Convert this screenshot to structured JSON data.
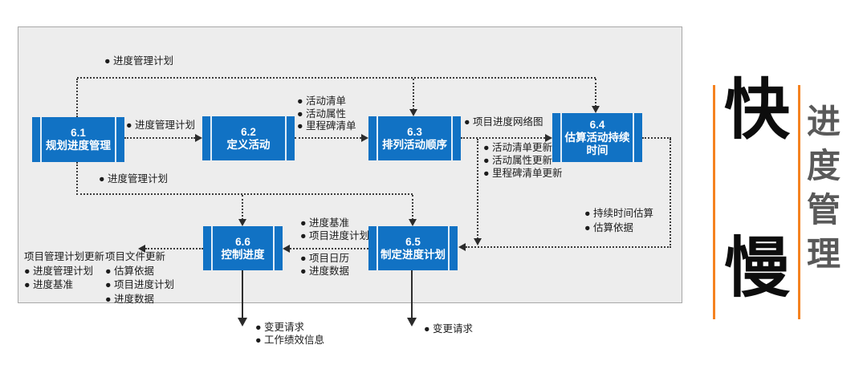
{
  "colors": {
    "process_box_blue": "#1172C4",
    "accent_orange": "#F58220",
    "canvas_gray": "#EDEDED",
    "side_title_gray": "#595959",
    "connector_dark": "#3C3C3C"
  },
  "boxes": {
    "b61": {
      "code": "6.1",
      "name": "规划进度管理"
    },
    "b62": {
      "code": "6.2",
      "name": "定义活动"
    },
    "b63": {
      "code": "6.3",
      "name": "排列活动顺序"
    },
    "b64": {
      "code": "6.4",
      "name": "估算活动持续时间"
    },
    "b65": {
      "code": "6.5",
      "name": "制定进度计划"
    },
    "b66": {
      "code": "6.6",
      "name": "控制进度"
    }
  },
  "labels": {
    "top_loop": "● 进度管理计划",
    "b61_b62": "● 进度管理计划",
    "lower_loop": "● 进度管理计划",
    "b62_b63": [
      "● 活动清单",
      "● 活动属性",
      "● 里程碑清单"
    ],
    "b63_b64": "● 项目进度网络图",
    "b63_updates": [
      "● 活动清单更新",
      "● 活动属性更新",
      "● 里程碑清单更新"
    ],
    "b64_outputs": [
      "● 持续时间估算",
      "● 估算依据"
    ],
    "b65_b66_upper": [
      "● 进度基准",
      "● 项目进度计划"
    ],
    "b65_b66_lower": [
      "● 项目日历",
      "● 进度数据"
    ],
    "b66_left_col1_header": "项目管理计划更新",
    "b66_left_col1": [
      "● 进度管理计划",
      "● 进度基准"
    ],
    "b66_left_col2_header": "项目文件更新",
    "b66_left_col2": [
      "● 估算依据",
      "● 项目进度计划",
      "● 进度数据"
    ],
    "b66_down": [
      "● 变更请求",
      "● 工作绩效信息"
    ],
    "b65_down": "● 变更请求"
  },
  "side_panel": {
    "fast_char": "快",
    "slow_char": "慢",
    "title_chars": [
      "进",
      "度",
      "管",
      "理"
    ]
  }
}
